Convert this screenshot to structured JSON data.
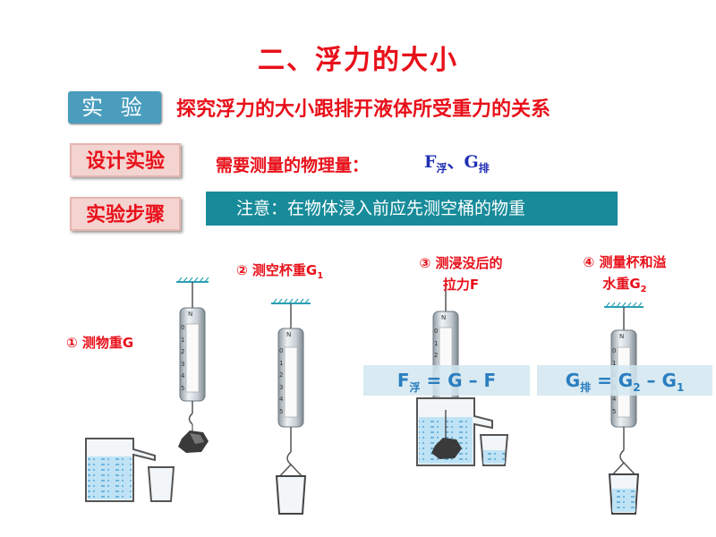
{
  "title": "二、浮力的大小",
  "experiment": {
    "tag": "实 验",
    "text": "探究浮力的大小跟排开液体所受重力的关系"
  },
  "design": {
    "tag": "设计实验",
    "need_label": "需要测量的物理量：",
    "q1_main": "F",
    "q1_sub": "浮",
    "sep": "、",
    "q2_main": "G",
    "q2_sub": "排"
  },
  "steps_section": {
    "tag": "实验步骤",
    "note": "注意：在物体浸入前应先测空桶的物重"
  },
  "steps": {
    "s1": "① 测物重G",
    "s2_main": "② 测空杯重G",
    "s2_sub": "1",
    "s3_line1": "③ 测浸没后的",
    "s3_line2": "拉力F",
    "s4_line1": "④ 测量杯和溢",
    "s4_line2_main": "水重G",
    "s4_line2_sub": "2"
  },
  "formulas": {
    "f1_a": "F",
    "f1_sub": "浮",
    "f1_b": " = G – F",
    "f2_a": "G",
    "f2_sub": "排",
    "f2_b": " = G",
    "f2_sub2": "2",
    "f2_c": " – G",
    "f2_sub3": "1"
  },
  "scale": {
    "top_letter": "N",
    "ticks": [
      "0",
      "1",
      "2",
      "3",
      "4",
      "5"
    ]
  },
  "colors": {
    "title_red": "#e8101a",
    "tag_blue": "#4a9dbd",
    "note_teal": "#178b9a",
    "formula_blue": "#2a7ec0",
    "water": "#bfe3f5"
  }
}
